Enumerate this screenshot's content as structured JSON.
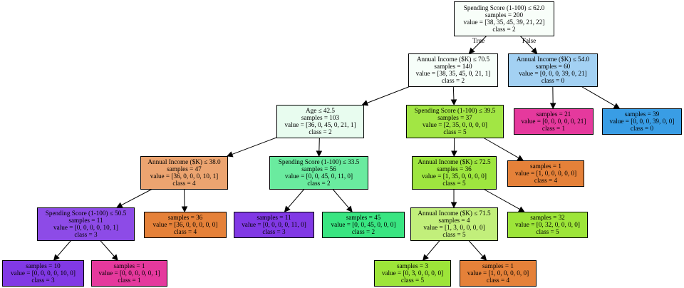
{
  "tree": {
    "nodes": [
      {
        "id": "n0",
        "lines": [
          "Spending Score (1-100) ≤ 62.0",
          "samples = 200",
          "value = [38, 35, 45, 39, 21, 22]",
          "class = 2"
        ],
        "fill": "#f8fef9"
      },
      {
        "id": "n1",
        "lines": [
          "Annual Income ($K) ≤ 70.5",
          "samples = 140",
          "value = [38, 35, 45, 0, 21, 1]",
          "class = 2"
        ],
        "fill": "#f6fef9"
      },
      {
        "id": "n2",
        "lines": [
          "Annual Income ($K) ≤ 54.0",
          "samples = 60",
          "value = [0, 0, 0, 39, 0, 21]",
          "class = 0"
        ],
        "fill": "#a3d1f3"
      },
      {
        "id": "n3",
        "lines": [
          "Age ≤ 42.5",
          "samples = 103",
          "value = [36, 0, 45, 0, 21, 1]",
          "class = 2"
        ],
        "fill": "#e8fcef"
      },
      {
        "id": "n4",
        "lines": [
          "Spending Score (1-100) ≤ 39.5",
          "samples = 37",
          "value = [2, 35, 0, 0, 0, 0]",
          "class = 5"
        ],
        "fill": "#a2e644"
      },
      {
        "id": "n5",
        "lines": [
          "samples = 21",
          "value = [0, 0, 0, 0, 0, 21]",
          "class = 1"
        ],
        "fill": "#e5399d"
      },
      {
        "id": "n6",
        "lines": [
          "samples = 39",
          "value = [0, 0, 0, 39, 0, 0]",
          "class = 0"
        ],
        "fill": "#399de5"
      },
      {
        "id": "n7",
        "lines": [
          "Annual Income ($K) ≤ 38.0",
          "samples = 47",
          "value = [36, 0, 0, 0, 10, 1]",
          "class = 4"
        ],
        "fill": "#eca470"
      },
      {
        "id": "n8",
        "lines": [
          "Spending Score (1-100) ≤ 33.5",
          "samples = 56",
          "value = [0, 0, 45, 0, 11, 0]",
          "class = 2"
        ],
        "fill": "#6aeb9f"
      },
      {
        "id": "n9",
        "lines": [
          "Annual Income ($K) ≤ 72.5",
          "samples = 36",
          "value = [1, 35, 0, 0, 0, 0]",
          "class = 5"
        ],
        "fill": "#9ee63f"
      },
      {
        "id": "n10",
        "lines": [
          "samples = 1",
          "value = [1, 0, 0, 0, 0, 0]",
          "class = 4"
        ],
        "fill": "#e58139"
      },
      {
        "id": "n11",
        "lines": [
          "Spending Score (1-100) ≤ 50.5",
          "samples = 11",
          "value = [0, 0, 0, 0, 10, 1]",
          "class = 3"
        ],
        "fill": "#8d4be7"
      },
      {
        "id": "n12",
        "lines": [
          "samples = 36",
          "value = [36, 0, 0, 0, 0, 0]",
          "class = 4"
        ],
        "fill": "#e58139"
      },
      {
        "id": "n13",
        "lines": [
          "samples = 11",
          "value = [0, 0, 0, 0, 11, 0]",
          "class = 3"
        ],
        "fill": "#8139e5"
      },
      {
        "id": "n14",
        "lines": [
          "samples = 45",
          "value = [0, 0, 45, 0, 0, 0]",
          "class = 2"
        ],
        "fill": "#39e581"
      },
      {
        "id": "n15",
        "lines": [
          "Annual Income ($K) ≤ 71.5",
          "samples = 4",
          "value = [1, 3, 0, 0, 0, 0]",
          "class = 5"
        ],
        "fill": "#c2ef7b"
      },
      {
        "id": "n16",
        "lines": [
          "samples = 32",
          "value = [0, 32, 0, 0, 0, 0]",
          "class = 5"
        ],
        "fill": "#9de539"
      },
      {
        "id": "n17",
        "lines": [
          "samples = 10",
          "value = [0, 0, 0, 0, 10, 0]",
          "class = 3"
        ],
        "fill": "#8139e5"
      },
      {
        "id": "n18",
        "lines": [
          "samples = 1",
          "value = [0, 0, 0, 0, 0, 1]",
          "class = 1"
        ],
        "fill": "#e5399d"
      },
      {
        "id": "n19",
        "lines": [
          "samples = 3",
          "value = [0, 3, 0, 0, 0, 0]",
          "class = 5"
        ],
        "fill": "#9de539"
      },
      {
        "id": "n20",
        "lines": [
          "samples = 1",
          "value = [1, 0, 0, 0, 0, 0]",
          "class = 4"
        ],
        "fill": "#e58139"
      }
    ],
    "edges": [
      {
        "from": "n0",
        "to": "n1",
        "label": "True"
      },
      {
        "from": "n0",
        "to": "n2",
        "label": "False"
      },
      {
        "from": "n1",
        "to": "n3",
        "label": ""
      },
      {
        "from": "n1",
        "to": "n4",
        "label": ""
      },
      {
        "from": "n2",
        "to": "n5",
        "label": ""
      },
      {
        "from": "n2",
        "to": "n6",
        "label": ""
      },
      {
        "from": "n3",
        "to": "n7",
        "label": ""
      },
      {
        "from": "n3",
        "to": "n8",
        "label": ""
      },
      {
        "from": "n4",
        "to": "n9",
        "label": ""
      },
      {
        "from": "n4",
        "to": "n10",
        "label": ""
      },
      {
        "from": "n7",
        "to": "n11",
        "label": ""
      },
      {
        "from": "n7",
        "to": "n12",
        "label": ""
      },
      {
        "from": "n8",
        "to": "n13",
        "label": ""
      },
      {
        "from": "n8",
        "to": "n14",
        "label": ""
      },
      {
        "from": "n9",
        "to": "n15",
        "label": ""
      },
      {
        "from": "n9",
        "to": "n16",
        "label": ""
      },
      {
        "from": "n11",
        "to": "n17",
        "label": ""
      },
      {
        "from": "n11",
        "to": "n18",
        "label": ""
      },
      {
        "from": "n15",
        "to": "n19",
        "label": ""
      },
      {
        "from": "n15",
        "to": "n20",
        "label": ""
      }
    ]
  }
}
